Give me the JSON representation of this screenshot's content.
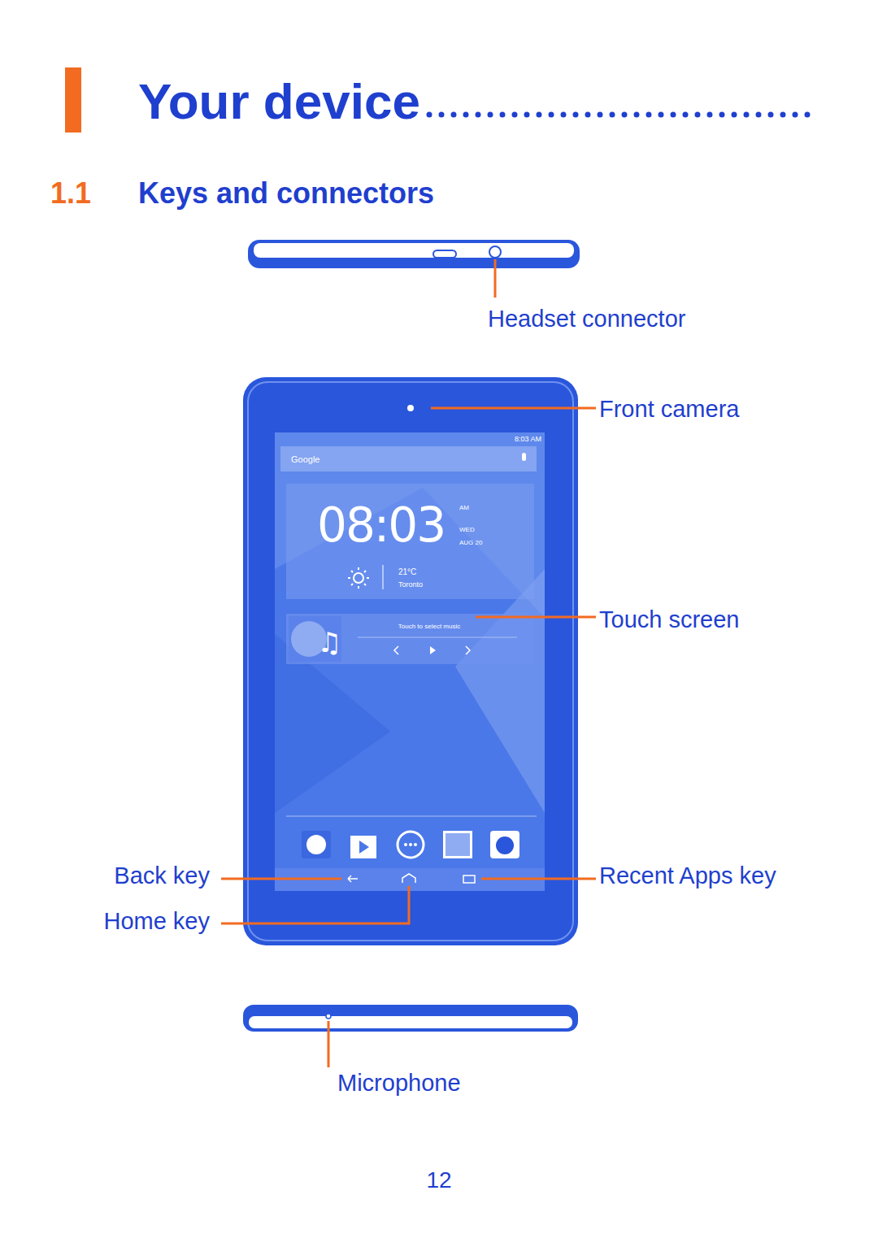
{
  "diagram": {
    "title": "Your device",
    "labels": [
      "1.1",
      "Keys and connectors",
      "Headset connector",
      "8:03 AM",
      "Google",
      "08:03",
      "AM",
      "WED",
      "AUG 20",
      "21°C",
      "Toronto",
      "Touch to select music",
      "Front camera",
      "Touch screen",
      "Back key",
      "Recent Apps key",
      "Home key",
      "Microphone",
      "12"
    ]
  }
}
